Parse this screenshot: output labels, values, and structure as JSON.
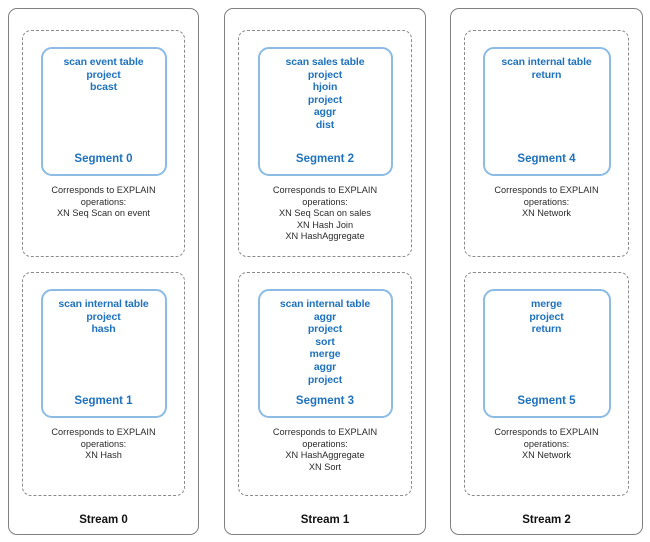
{
  "colors": {
    "segment_text": "#1f72bd",
    "segment_border": "#8cbbe4",
    "stream_border": "#808080",
    "segment_container_border": "#8a8a8a",
    "caption_text": "#2b2b2b",
    "background": "#ffffff"
  },
  "explain_heading_line1": "Corresponds to EXPLAIN",
  "explain_heading_line2": "operations:",
  "streams": [
    {
      "label": "Stream 0",
      "segments": [
        {
          "name": "Segment 0",
          "operations": [
            "scan event table",
            "project",
            "bcast"
          ],
          "explain_heading": [
            "Corresponds to EXPLAIN",
            "operations:"
          ],
          "explain_operations": [
            "XN Seq Scan on event"
          ]
        },
        {
          "name": "Segment 1",
          "operations": [
            "scan internal table",
            "project",
            "hash"
          ],
          "explain_heading": [
            "Corresponds to EXPLAIN",
            "operations:"
          ],
          "explain_operations": [
            "XN Hash"
          ]
        }
      ]
    },
    {
      "label": "Stream 1",
      "segments": [
        {
          "name": "Segment 2",
          "operations": [
            "scan sales table",
            "project",
            "hjoin",
            "project",
            "aggr",
            "dist"
          ],
          "explain_heading": [
            "Corresponds to EXPLAIN",
            "operations:"
          ],
          "explain_operations": [
            "XN Seq Scan on sales",
            "XN Hash Join",
            "XN HashAggregate"
          ]
        },
        {
          "name": "Segment 3",
          "operations": [
            "scan internal table",
            "aggr",
            "project",
            "sort",
            "merge",
            "aggr",
            "project"
          ],
          "explain_heading": [
            "Corresponds to EXPLAIN",
            "operations:"
          ],
          "explain_operations": [
            "XN HashAggregate",
            "XN Sort"
          ]
        }
      ]
    },
    {
      "label": "Stream 2",
      "segments": [
        {
          "name": "Segment 4",
          "operations": [
            "scan internal table",
            "return"
          ],
          "explain_heading": [
            "Corresponds to EXPLAIN",
            "operations:"
          ],
          "explain_operations": [
            "XN Network"
          ]
        },
        {
          "name": "Segment 5",
          "operations": [
            "merge",
            "project",
            "return"
          ],
          "explain_heading": [
            "Corresponds to EXPLAIN",
            "operations:"
          ],
          "explain_operations": [
            "XN Network"
          ]
        }
      ]
    }
  ]
}
